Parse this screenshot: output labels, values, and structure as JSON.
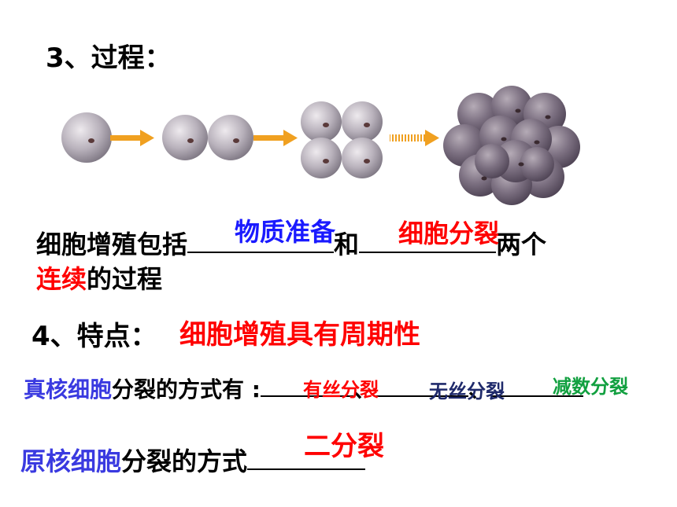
{
  "section3": {
    "title": "3、过程："
  },
  "sentence1": {
    "part1": "细胞增殖包括",
    "answer1": "物质准备",
    "part2": "和",
    "answer2": "细胞分裂",
    "part3": "两个",
    "line2_red": "连续",
    "line2_rest": "的过程"
  },
  "section4": {
    "title": "4、特点：",
    "answer": "细胞增殖具有周期性"
  },
  "eukaryote": {
    "label": "真核细胞",
    "text": "分裂的方式有 :",
    "answer1": "有丝分裂",
    "sep1": "、",
    "answer2": "无丝分裂",
    "sep2": "、",
    "answer3": "减数分裂"
  },
  "prokaryote": {
    "label": "原核细胞",
    "text": "分裂的方式",
    "answer": "二分裂"
  },
  "colors": {
    "red": "#ff0000",
    "blue": "#1a1aff",
    "purple_blue": "#3a3ae0",
    "navy": "#1f2a6b",
    "green": "#12a040",
    "arrow": "#f0a020"
  }
}
